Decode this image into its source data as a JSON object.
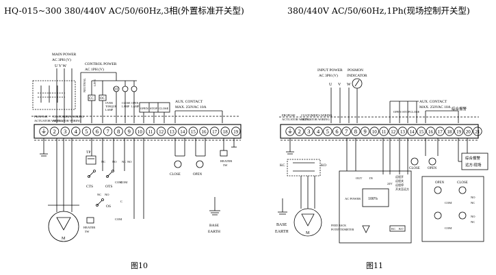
{
  "left": {
    "title": "HQ-015~300 380/440V AC/50/60Hz,3相(外置标准开关型)",
    "caption": "图10",
    "main_power": [
      "MAIN POWER",
      "AC  3PH   (V)",
      "U    V    W"
    ],
    "control_power": [
      "CONTROL POWER",
      "AC   1PH   (V)"
    ],
    "neutral": "NEUTRAL",
    "live": "LIVE",
    "cc": "CC",
    "oc": "OC",
    "over_torque": [
      "OVER",
      "TORQUE",
      "LAMP"
    ],
    "ot": "OT",
    "close_lamp": [
      "CLOSE",
      "LAMP"
    ],
    "open_lamp": [
      "OPEN",
      "LAMP"
    ],
    "open": "OPEN",
    "stop": "STOP",
    "close": "CLOSE",
    "aux_contact": [
      "AUX.  CONTACT",
      "MAX.  250VAC  10A"
    ],
    "propose_left": [
      "PROPOSE",
      "ACTUATOR WIRING"
    ],
    "propose_right": [
      "CUSTOMER'S WIRING"
    ],
    "terminals": [
      "⏚",
      "2",
      "3",
      "4",
      "5",
      "6",
      "7",
      "8",
      "9",
      "10",
      "11",
      "12",
      "13",
      "14",
      "15",
      "16",
      "17",
      "18",
      "19"
    ],
    "tp": "TP",
    "cts": "CTS",
    "ots": "OTS",
    "os": "OS",
    "heater": [
      "HEATER",
      "5W"
    ],
    "motor": "M",
    "close_sw": "CLOSE",
    "open_sw": "OPEN",
    "heater_sw": [
      "HEATER",
      "5W"
    ],
    "base": [
      "BASE",
      "EARTH"
    ],
    "nc": "NC",
    "no": "NO",
    "com": "COM",
    "c": "C"
  },
  "right": {
    "title": "380/440V AC/50/60Hz,1Ph(现场控制开关型)",
    "caption": "图11",
    "input_power": [
      "INPUT POWER",
      "AC  3PH  (V)"
    ],
    "posmon": [
      "POSMON",
      "INDICATOR"
    ],
    "u": "U",
    "v": "V",
    "w": "W",
    "open": "OPEN",
    "stop": "STOP",
    "close": "CLOSE",
    "aux_contact": [
      "AUX. CONTACT",
      "MAX. 250VAC  10A"
    ],
    "comprehensive_alarm": "综合报警",
    "propose_left": [
      "PROPOSE",
      "ACTUATOR WIRING"
    ],
    "propose_right": [
      "CUSTOMER'S WIRING"
    ],
    "terminals": [
      "⏚",
      "2",
      "3",
      "4",
      "5",
      "6",
      "7",
      "8",
      "9",
      "10",
      "11",
      "12",
      "13",
      "14",
      "15",
      "16",
      "17",
      "18",
      "19",
      "20",
      "21"
    ],
    "kc": "KC",
    "ko": "KO",
    "out": "OUT",
    "in": "IN",
    "dc24": "24V",
    "remote_labels": [
      "远程开",
      "远程关",
      "远程停",
      "开关至远方"
    ],
    "percent": "100%",
    "ac_power": "AC POWER",
    "feedback": [
      "FEED BACK",
      "POTENTIOMETER"
    ],
    "alarm_box": [
      "综合报警",
      "远方/现场"
    ],
    "close_sw": "CLOSE",
    "open_sw": "OPEN",
    "base": [
      "BASE",
      "EARTH"
    ],
    "motor": "M",
    "open_cl": "OPEN",
    "close_cl": "CLOSE",
    "no": "NO",
    "nc": "NC",
    "com": "COM"
  }
}
